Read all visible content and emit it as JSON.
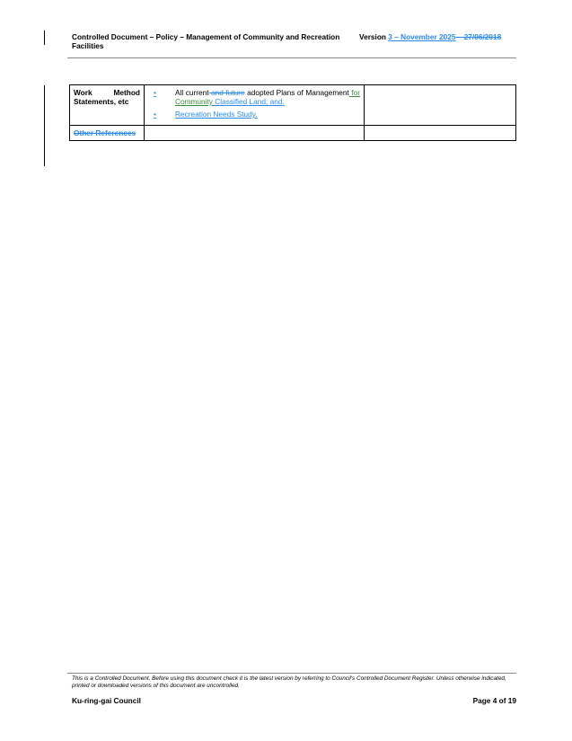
{
  "header": {
    "title": "Controlled Document – Policy – Management of Community and Recreation Facilities",
    "version_label": "Version ",
    "version_inserted": "3 – November 2025",
    "version_deleted": " – 27/06/2018"
  },
  "table": {
    "row1": {
      "label_a": "Work",
      "label_b": "Method",
      "label_c": "Statements, etc",
      "bullet1": {
        "t1": "All current",
        "del": " and future",
        "t2": " adopted Plans of Management",
        "ins_green": " for Community",
        "ins": " Classified Land; and."
      },
      "bullet2": "Recreation Needs Study."
    },
    "row2": {
      "label": "Other References"
    },
    "bullet": "•"
  },
  "footer": {
    "note": "This is a Controlled Document.  Before using this document check it is the latest version by referring to Council's Controlled Document Register.  Unless otherwise indicated, printed or downloaded versions of this document are uncontrolled.",
    "org": "Ku-ring-gai Council",
    "page": "Page 4 of 19"
  }
}
